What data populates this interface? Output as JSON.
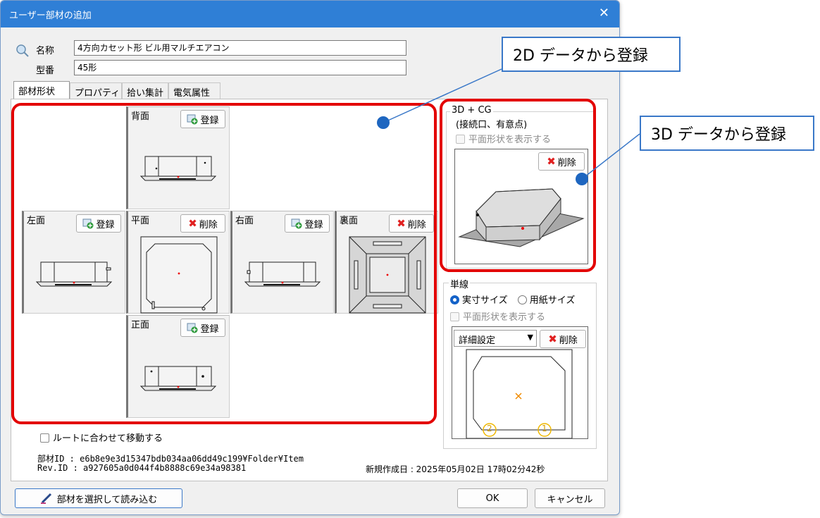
{
  "dialog": {
    "title": "ユーザー部材の追加",
    "close_symbol": "✕",
    "name_label": "名称",
    "name_value": "4方向カセット形 ビル用マルチエアコン",
    "model_label": "型番",
    "model_value": "45形"
  },
  "tabs": [
    "部材形状",
    "プロパティ",
    "拾い集計",
    "電気属性"
  ],
  "views": {
    "back": {
      "label": "背面",
      "button": "登録"
    },
    "left": {
      "label": "左面",
      "button": "登録"
    },
    "plan": {
      "label": "平面",
      "button": "削除"
    },
    "right": {
      "label": "右面",
      "button": "登録"
    },
    "bottom": {
      "label": "裏面",
      "button": "削除"
    },
    "front": {
      "label": "正面",
      "button": "登録"
    }
  },
  "cg": {
    "title": "3D + CG",
    "subtitle": "(接続口、有意点)",
    "show_plan": "平面形状を表示する",
    "delete": "削除"
  },
  "single_line": {
    "title": "単線",
    "radio_actual": "実寸サイズ",
    "radio_paper": "用紙サイズ",
    "show_plan": "平面形状を表示する",
    "detail_select": "詳細設定",
    "delete": "削除",
    "marker_1": "1",
    "marker_2": "2"
  },
  "move_with_route": "ルートに合わせて移動する",
  "ids": {
    "part_id": "部材ID : e6b8e9e3d15347bdb034aa06dd49c199¥Folder¥Item",
    "rev_id": "Rev.ID : a927605a0d044f4b8888c69e34a98381",
    "created": "新規作成日 : 2025年05月02日 17時02分42秒"
  },
  "buttons": {
    "load": "部材を選択して読み込む",
    "ok": "OK",
    "cancel": "キャンセル"
  },
  "callouts": {
    "from_2d": "2D データから登録",
    "from_3d": "3D データから登録"
  },
  "colors": {
    "titlebar": "#2f7fd6",
    "highlight": "#e30000",
    "callout_border": "#3a78c8",
    "callout_dot": "#1e66c0"
  }
}
